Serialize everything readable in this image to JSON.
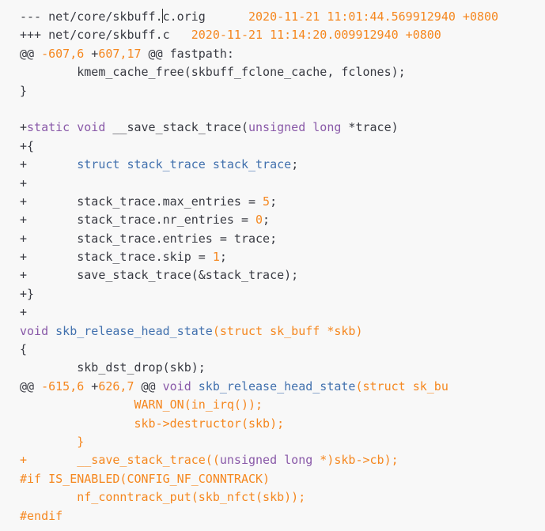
{
  "code_view": {
    "cursor": {
      "line": 0,
      "token": 0,
      "offset": 20
    },
    "lines": [
      [
        {
          "t": "--- net/core/skbuff.c.orig      ",
          "c": "p"
        },
        {
          "t": "2020-11-21 11:01:44.569912940 +0800",
          "c": "o"
        }
      ],
      [
        {
          "t": "+++ net/core/skbuff.c   ",
          "c": "p"
        },
        {
          "t": "2020-11-21 11:14:20.009912940 +0800",
          "c": "o"
        }
      ],
      [
        {
          "t": "@@ ",
          "c": "p"
        },
        {
          "t": "-607,6",
          "c": "o"
        },
        {
          "t": " +",
          "c": "p"
        },
        {
          "t": "607,17",
          "c": "o"
        },
        {
          "t": " @@ fastpath:",
          "c": "p"
        }
      ],
      [
        {
          "t": "        kmem_cache_free(skbuff_fclone_cache, fclones);",
          "c": "p"
        }
      ],
      [
        {
          "t": "}",
          "c": "p"
        }
      ],
      [],
      [
        {
          "t": "+",
          "c": "p"
        },
        {
          "t": "static void",
          "c": "k"
        },
        {
          "t": " __save_stack_trace(",
          "c": "p"
        },
        {
          "t": "unsigned long",
          "c": "k"
        },
        {
          "t": " *trace)",
          "c": "p"
        }
      ],
      [
        {
          "t": "+{",
          "c": "p"
        }
      ],
      [
        {
          "t": "+       ",
          "c": "p"
        },
        {
          "t": "struct stack_trace stack_trace",
          "c": "t"
        },
        {
          "t": ";",
          "c": "p"
        }
      ],
      [
        {
          "t": "+",
          "c": "p"
        }
      ],
      [
        {
          "t": "+       stack_trace.max_entries = ",
          "c": "p"
        },
        {
          "t": "5",
          "c": "o"
        },
        {
          "t": ";",
          "c": "p"
        }
      ],
      [
        {
          "t": "+       stack_trace.nr_entries = ",
          "c": "p"
        },
        {
          "t": "0",
          "c": "o"
        },
        {
          "t": ";",
          "c": "p"
        }
      ],
      [
        {
          "t": "+       stack_trace.entries = trace;",
          "c": "p"
        }
      ],
      [
        {
          "t": "+       stack_trace.skip = ",
          "c": "p"
        },
        {
          "t": "1",
          "c": "o"
        },
        {
          "t": ";",
          "c": "p"
        }
      ],
      [
        {
          "t": "+       save_stack_trace(&stack_trace);",
          "c": "p"
        }
      ],
      [
        {
          "t": "+}",
          "c": "p"
        }
      ],
      [
        {
          "t": "+",
          "c": "p"
        }
      ],
      [
        {
          "t": "void",
          "c": "k"
        },
        {
          "t": " skb_release_head_state",
          "c": "t"
        },
        {
          "t": "(struct sk_buff *skb)",
          "c": "o"
        }
      ],
      [
        {
          "t": "{",
          "c": "p"
        }
      ],
      [
        {
          "t": "        skb_dst_drop(skb);",
          "c": "p"
        }
      ],
      [
        {
          "t": "@@ ",
          "c": "p"
        },
        {
          "t": "-615,6",
          "c": "o"
        },
        {
          "t": " +",
          "c": "p"
        },
        {
          "t": "626,7",
          "c": "o"
        },
        {
          "t": " @@ ",
          "c": "p"
        },
        {
          "t": "void",
          "c": "k"
        },
        {
          "t": " skb_release_head_state",
          "c": "t"
        },
        {
          "t": "(struct sk_bu",
          "c": "o"
        }
      ],
      [
        {
          "t": "                ",
          "c": "p"
        },
        {
          "t": "WARN_ON(in_irq());",
          "c": "o"
        }
      ],
      [
        {
          "t": "                ",
          "c": "p"
        },
        {
          "t": "skb->destructor(skb);",
          "c": "o"
        }
      ],
      [
        {
          "t": "        ",
          "c": "p"
        },
        {
          "t": "}",
          "c": "o"
        }
      ],
      [
        {
          "t": "+       __save_stack_trace((",
          "c": "o"
        },
        {
          "t": "unsigned long",
          "c": "k"
        },
        {
          "t": " *)skb->cb);",
          "c": "o"
        }
      ],
      [
        {
          "t": "#if IS_ENABLED(CONFIG_NF_CONNTRACK)",
          "c": "o"
        }
      ],
      [
        {
          "t": "        nf_conntrack_put(skb_nfct(skb));",
          "c": "o"
        }
      ],
      [
        {
          "t": "#endif",
          "c": "o"
        }
      ]
    ]
  }
}
